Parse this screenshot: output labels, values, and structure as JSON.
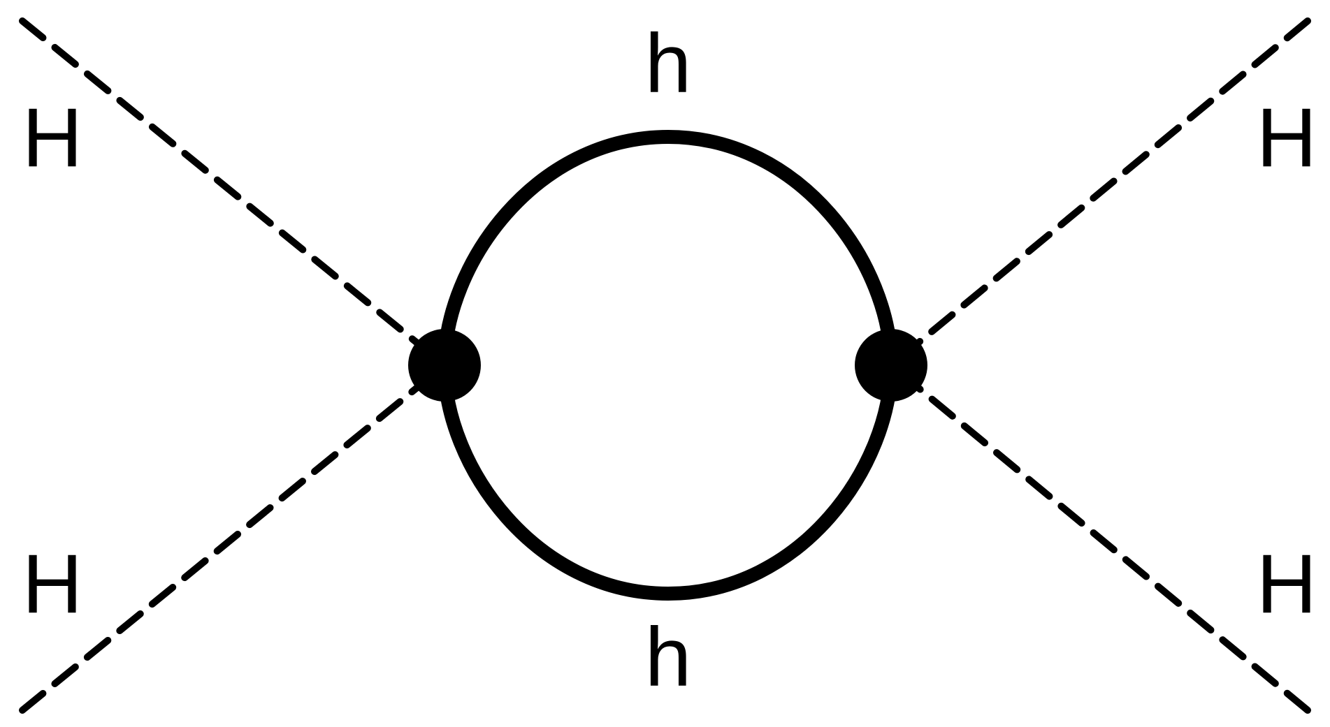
{
  "diagram": {
    "external_lines": [
      {
        "label": "H"
      },
      {
        "label": "H"
      },
      {
        "label": "H"
      },
      {
        "label": "H"
      }
    ],
    "internal_lines": [
      {
        "label": "h"
      },
      {
        "label": "h"
      }
    ],
    "colors": {
      "line": "#000000",
      "background": "#ffffff"
    }
  }
}
